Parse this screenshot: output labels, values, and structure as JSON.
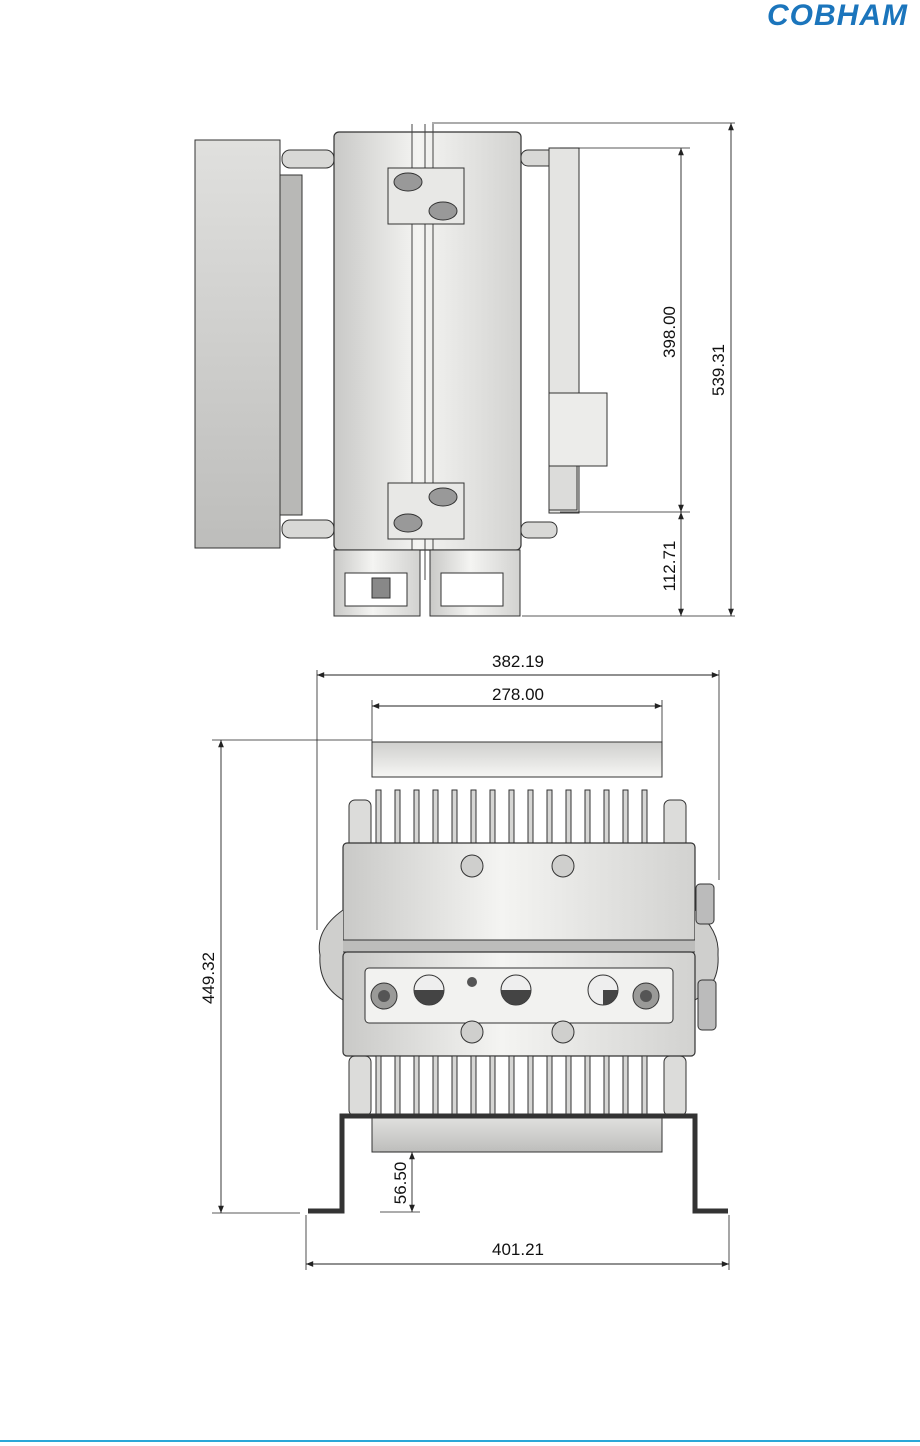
{
  "logo": {
    "text": "COBHAM",
    "color": "#1b75bc"
  },
  "accent_color": "#2aa8d8",
  "side_view": {
    "dimensions": {
      "inner_height": "398.00",
      "overall_height": "539.31",
      "bottom_offset": "112.71"
    }
  },
  "front_view": {
    "dimensions": {
      "overall_width": "382.19",
      "heatsink_width": "278.00",
      "overall_height": "449.32",
      "bracket_height": "56.50",
      "bracket_width": "401.21"
    }
  }
}
